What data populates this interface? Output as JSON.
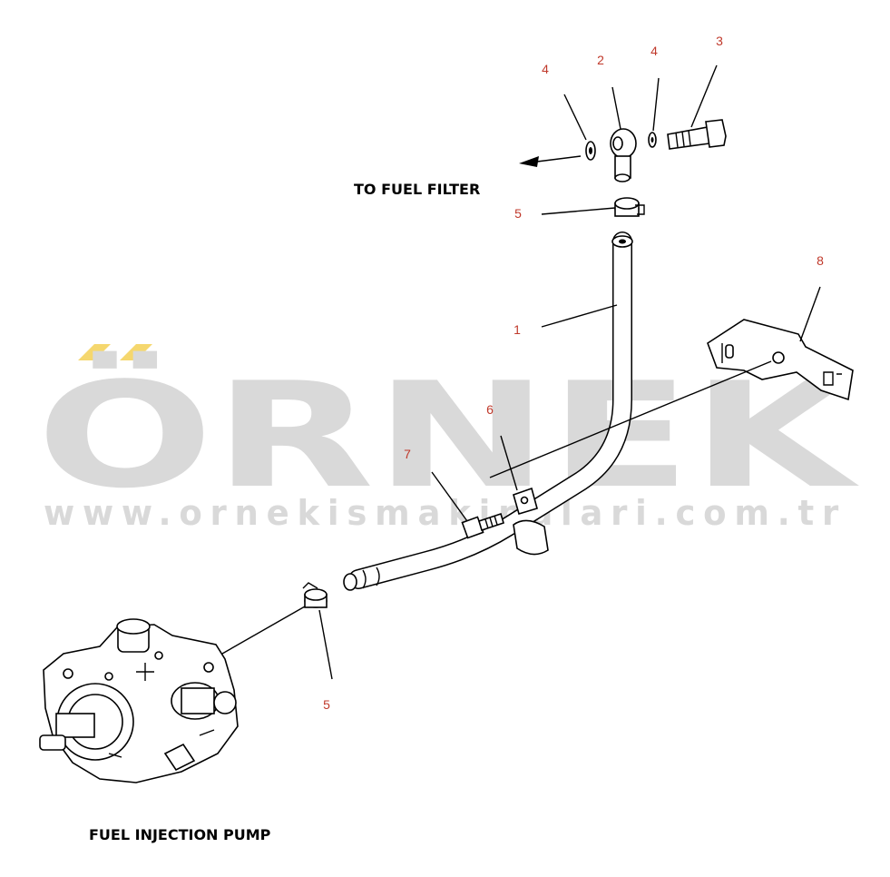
{
  "watermark": {
    "brand": "ÖRNEK",
    "url": "www.ornekismakinalari.com.tr",
    "accent_color": "#f5d76e",
    "text_color": "#d9d9d9"
  },
  "labels": {
    "to_fuel_filter": "TO FUEL FILTER",
    "fuel_injection_pump": "FUEL INJECTION PUMP"
  },
  "callouts": [
    {
      "id": "c-4a",
      "text": "4"
    },
    {
      "id": "c-2",
      "text": "2"
    },
    {
      "id": "c-4b",
      "text": "4"
    },
    {
      "id": "c-3",
      "text": "3"
    },
    {
      "id": "c-5a",
      "text": "5"
    },
    {
      "id": "c-1",
      "text": "1"
    },
    {
      "id": "c-8",
      "text": "8"
    },
    {
      "id": "c-6",
      "text": "6"
    },
    {
      "id": "c-7",
      "text": "7"
    },
    {
      "id": "c-5b",
      "text": "5"
    }
  ],
  "colors": {
    "callout": "#c0392b",
    "line": "#000000"
  }
}
